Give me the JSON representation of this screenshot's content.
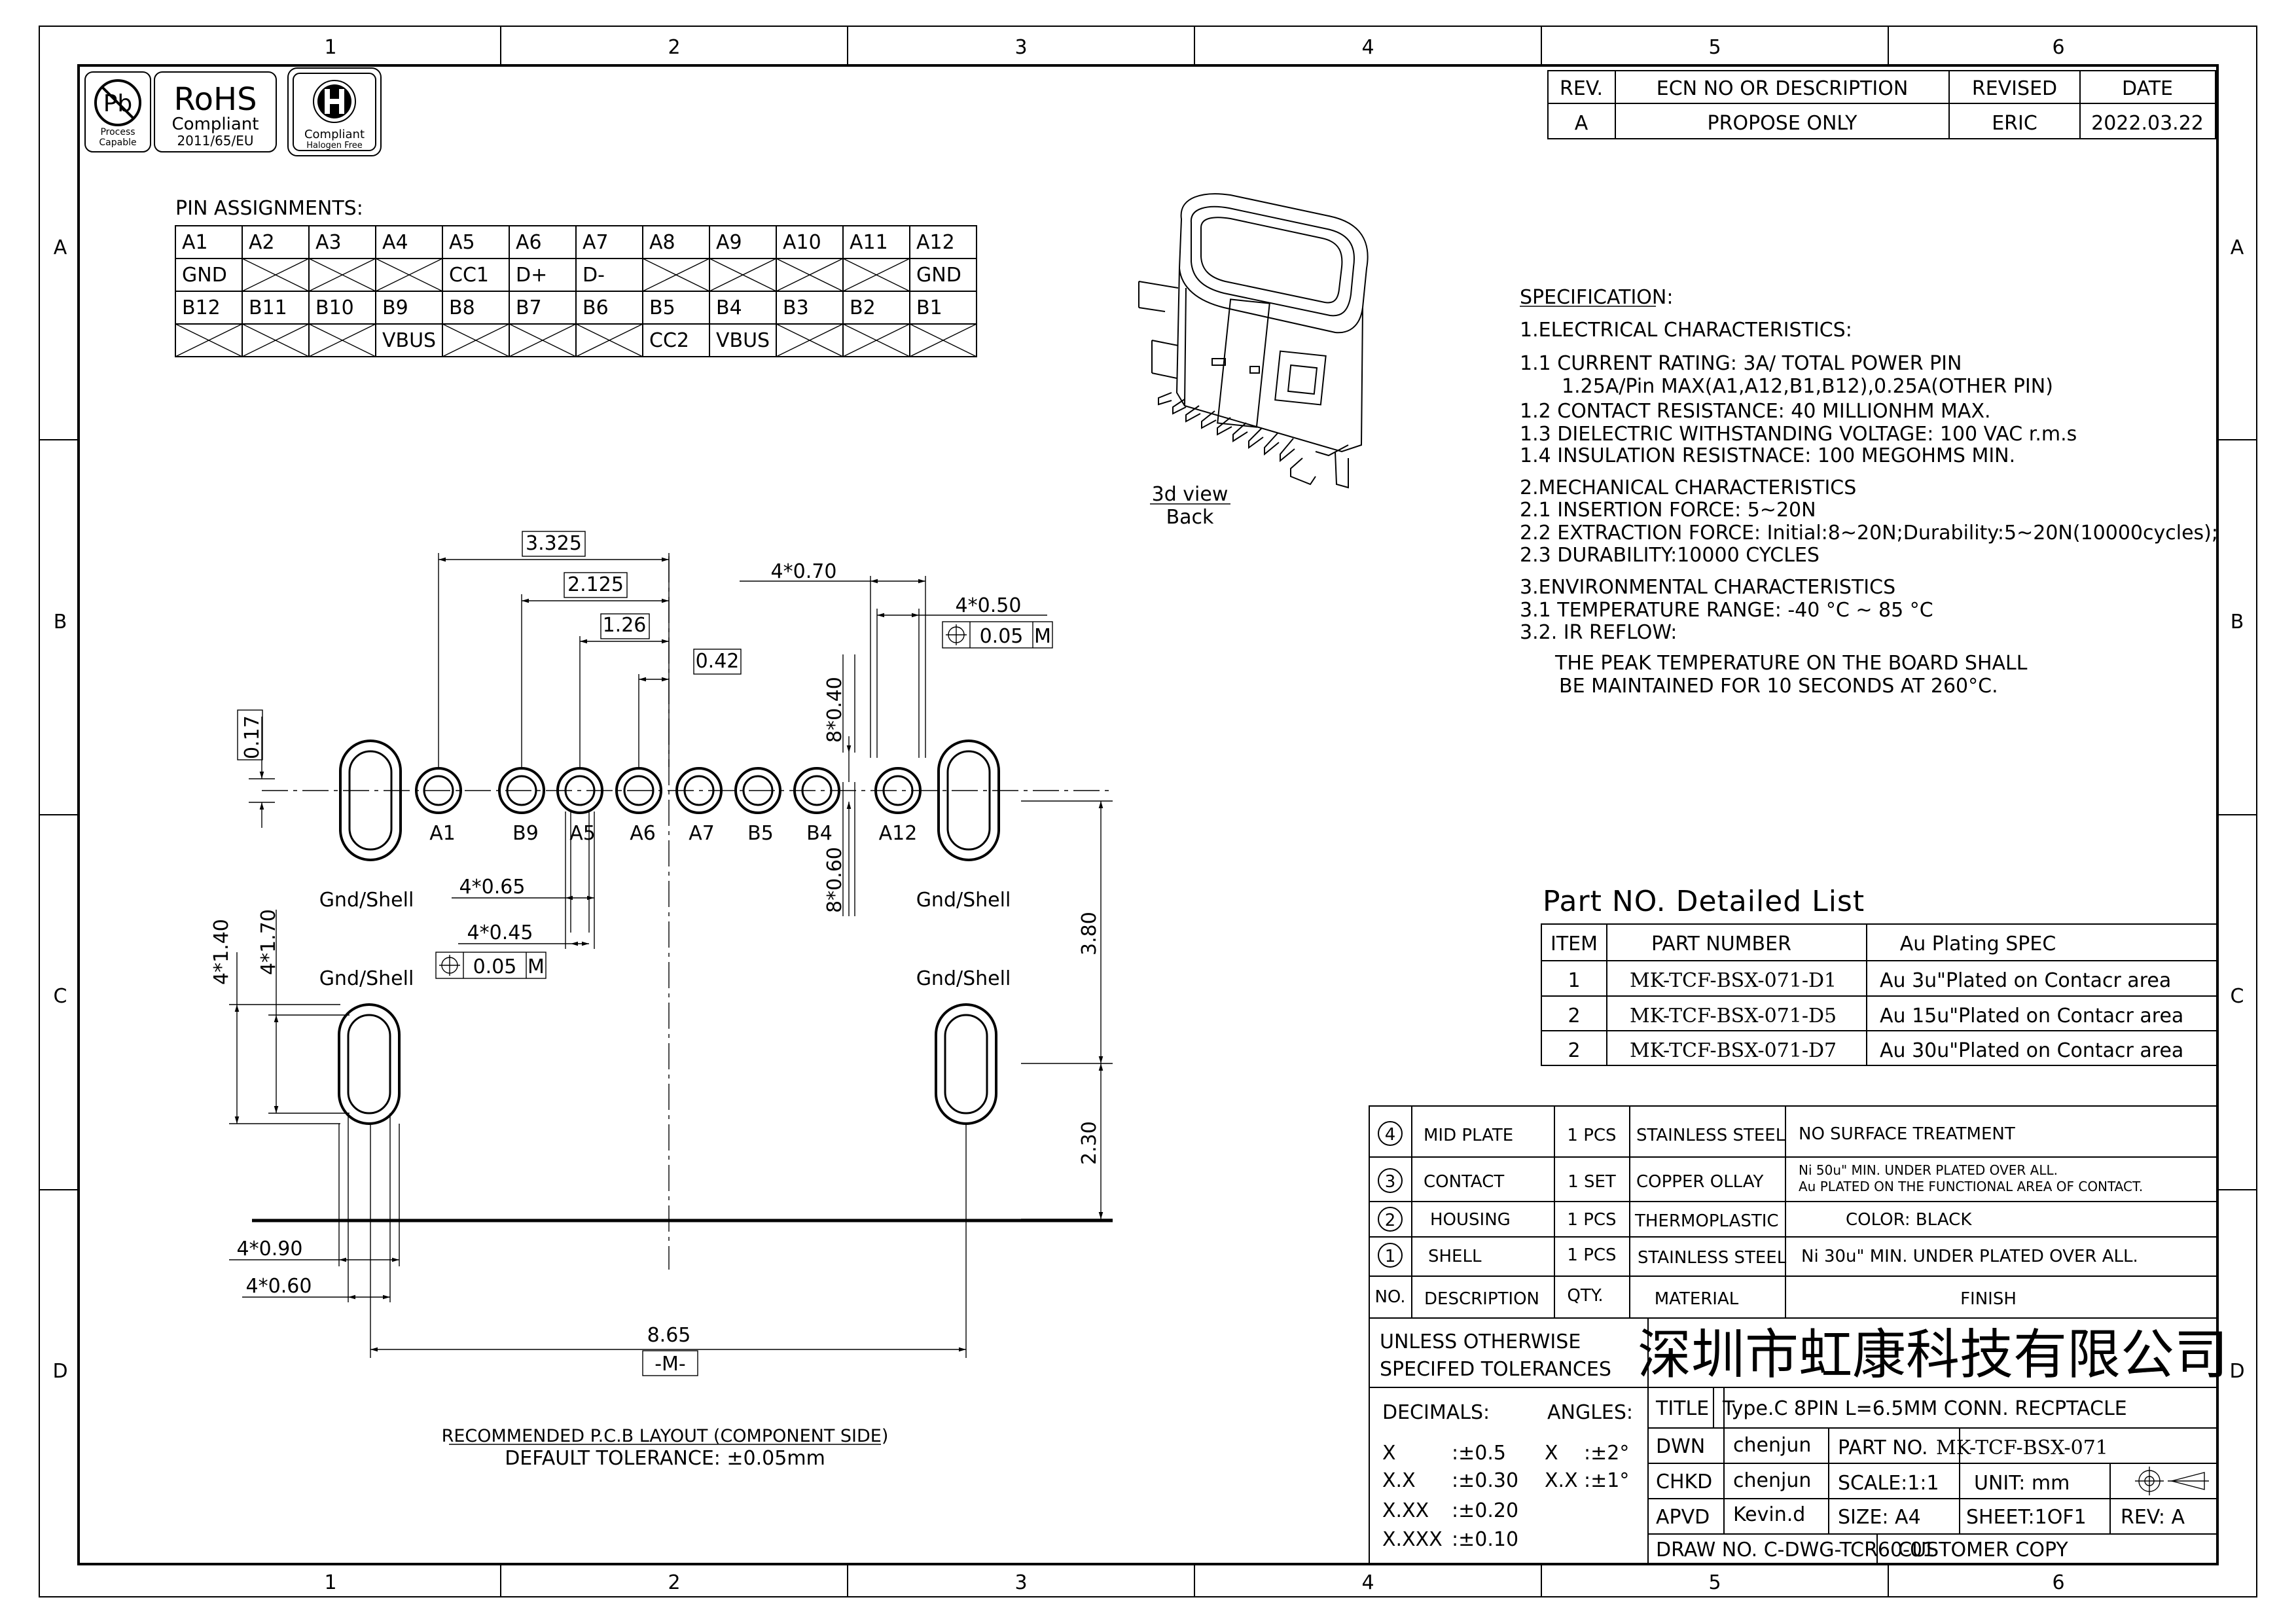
{
  "grid": {
    "columns": [
      "1",
      "2",
      "3",
      "4",
      "5",
      "6"
    ],
    "rows": [
      "A",
      "B",
      "C",
      "D"
    ]
  },
  "logos": {
    "pb_line1": "Process",
    "pb_line2": "Capable",
    "rohs_title": "RoHS",
    "rohs_line1": "Compliant",
    "rohs_line2": "2011/65/EU",
    "hf_line1": "Compliant",
    "hf_line2": "Halogen Free"
  },
  "revision": {
    "headers": [
      "REV.",
      "ECN NO OR DESCRIPTION",
      "REVISED",
      "DATE"
    ],
    "row": [
      "A",
      "PROPOSE ONLY",
      "ERIC",
      "2022.03.22"
    ]
  },
  "pins": {
    "title": "PIN ASSIGNMENTS:",
    "rows": [
      [
        "A1",
        "A2",
        "A3",
        "A4",
        "A5",
        "A6",
        "A7",
        "A8",
        "A9",
        "A10",
        "A11",
        "A12"
      ],
      [
        "GND",
        "",
        "",
        "",
        "CC1",
        "D+",
        "D-",
        "",
        "",
        "",
        "",
        "GND"
      ],
      [
        "B12",
        "B11",
        "B10",
        "B9",
        "B8",
        "B7",
        "B6",
        "B5",
        "B4",
        "B3",
        "B2",
        "B1"
      ],
      [
        "",
        "",
        "",
        "VBUS",
        "",
        "",
        "",
        "CC2",
        "VBUS",
        "",
        "",
        ""
      ]
    ]
  },
  "view3d": {
    "line1": "3d view",
    "line2": "Back"
  },
  "specification": {
    "title": "SPECIFICATION:",
    "lines": [
      "1.ELECTRICAL CHARACTERISTICS:",
      "1.1 CURRENT RATING: 3A/ TOTAL POWER PIN",
      "1.25A/Pin MAX(A1,A12,B1,B12),0.25A(OTHER PIN)",
      "1.2 CONTACT RESISTANCE: 40 MILLIONHM MAX.",
      "1.3 DIELECTRIC WITHSTANDING VOLTAGE: 100 VAC r.m.s",
      "1.4 INSULATION RESISTNACE: 100 MEGOHMS MIN.",
      "2.MECHANICAL CHARACTERISTICS",
      "2.1 INSERTION FORCE: 5~20N",
      "2.2 EXTRACTION FORCE: Initial:8~20N;Durability:5~20N(10000cycles);",
      "2.3 DURABILITY:10000 CYCLES",
      "3.ENVIRONMENTAL CHARACTERISTICS",
      "3.1 TEMPERATURE RANGE: -40 °C ~ 85 °C",
      "3.2. IR REFLOW:",
      "THE PEAK TEMPERATURE ON THE BOARD SHALL",
      "BE MAINTAINED FOR 10 SECONDS AT 260°C."
    ]
  },
  "pcb": {
    "pad_labels": [
      "A1",
      "B9",
      "A5",
      "A6",
      "A7",
      "B5",
      "B4",
      "A12"
    ],
    "gnd_label": "Gnd/Shell",
    "dims": {
      "d3325": "3.325",
      "d2125": "2.125",
      "d126": "1.26",
      "d042": "0.42",
      "d470": "4*0.70",
      "d450": "4*0.50",
      "tol005": "0.05",
      "tolM": "M",
      "d017": "0.17",
      "d840": "8*0.40",
      "d860": "8*0.60",
      "d465": "4*0.65",
      "d445": "4*0.45",
      "d4140": "4*1.40",
      "d4170": "4*1.70",
      "d380": "3.80",
      "d230": "2.30",
      "d490": "4*0.90",
      "d460": "4*0.60",
      "d865": "8.65",
      "datumM": "-M-"
    },
    "caption1": "RECOMMENDED P.C.B LAYOUT (COMPONENT SIDE)",
    "caption2": "DEFAULT TOLERANCE: ±0.05mm"
  },
  "parts": {
    "title": "Part NO. Detailed List",
    "headers": [
      "ITEM",
      "PART NUMBER",
      "Au Plating SPEC"
    ],
    "rows": [
      [
        "1",
        "MK-TCF-BSX-071-D1",
        "Au 3u\"Plated on Contacr area"
      ],
      [
        "2",
        "MK-TCF-BSX-071-D5",
        "Au 15u\"Plated on Contacr area"
      ],
      [
        "2",
        "MK-TCF-BSX-071-D7",
        "Au 30u\"Plated on Contacr area"
      ]
    ]
  },
  "bom": {
    "rows": [
      {
        "no": "4",
        "desc": "MID PLATE",
        "qty": "1 PCS",
        "mat": "STAINLESS STEEL",
        "finish": "NO SURFACE TREATMENT",
        "finish2": ""
      },
      {
        "no": "3",
        "desc": "CONTACT",
        "qty": "1 SET",
        "mat": "COPPER OLLAY",
        "finish": "Ni 50u\" MIN. UNDER PLATED OVER ALL.",
        "finish2": "Au PLATED ON THE FUNCTIONAL AREA OF CONTACT."
      },
      {
        "no": "2",
        "desc": "HOUSING",
        "qty": "1 PCS",
        "mat": "THERMOPLASTIC",
        "finish": "COLOR: BLACK",
        "finish2": ""
      },
      {
        "no": "1",
        "desc": "SHELL",
        "qty": "1 PCS",
        "mat": "STAINLESS STEEL",
        "finish": "Ni 30u\" MIN. UNDER PLATED OVER ALL.",
        "finish2": ""
      }
    ],
    "headers": [
      "NO.",
      "DESCRIPTION",
      "QTY.",
      "MATERIAL",
      "FINISH"
    ]
  },
  "titleblock": {
    "tol_title1": "UNLESS OTHERWISE",
    "tol_title2": "SPECIFED TOLERANCES",
    "company": "深圳市虹康科技有限公司",
    "decimals": "DECIMALS:",
    "angles": "ANGLES:",
    "tol_rows": [
      [
        "X",
        ":±0.5",
        "X",
        ":±2°"
      ],
      [
        "X.X",
        ":±0.30",
        "X.X",
        ":±1°"
      ],
      [
        "X.XX",
        ":±0.20",
        "",
        ""
      ],
      [
        "X.XXX",
        ":±0.10",
        "",
        ""
      ]
    ],
    "title_label": "TITLE",
    "title_value": "Type.C 8PIN L=6.5MM CONN. RECPTACLE",
    "dwn_label": "DWN",
    "dwn_value": "chenjun",
    "chkd_label": "CHKD",
    "chkd_value": "chenjun",
    "apvd_label": "APVD",
    "apvd_value": "Kevin.d",
    "partno_label": "PART NO.",
    "partno_value": "MK-TCF-BSX-071",
    "scale": "SCALE:1:1",
    "unit": "UNIT: mm",
    "size": "SIZE: A4",
    "sheet": "SHEET:1OF1",
    "rev": "REV: A",
    "drawno": "DRAW NO. C-DWG-TCR60-01",
    "customer": "CUSTOMER COPY"
  }
}
